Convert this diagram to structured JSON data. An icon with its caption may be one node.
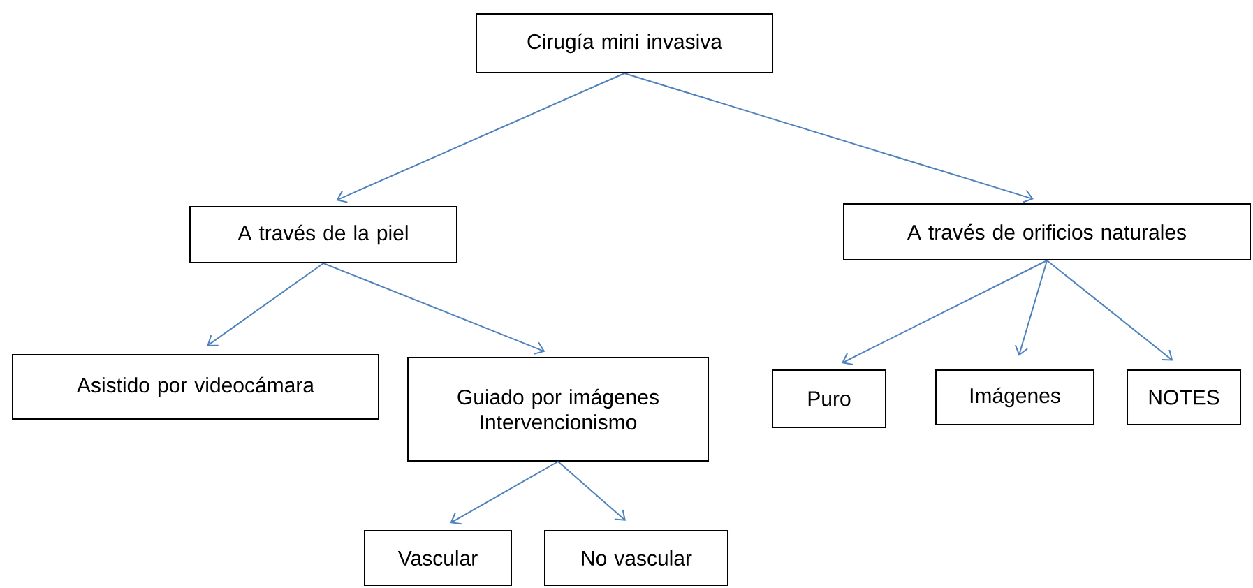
{
  "diagram": {
    "nodes": [
      {
        "text": [
          "Cirugía mini invasiva"
        ]
      },
      {
        "text": [
          "A través de la piel"
        ]
      },
      {
        "text": [
          "A través de orificios naturales"
        ]
      },
      {
        "text": [
          "Asistido por videocámara"
        ]
      },
      {
        "text": [
          "Guiado por imágenes Intervencionismo"
        ]
      },
      {
        "text": [
          "Vascular"
        ]
      },
      {
        "text": [
          "No vascular"
        ]
      },
      {
        "text": [
          "Puro"
        ]
      },
      {
        "text": [
          "Imágenes"
        ]
      },
      {
        "text": [
          "NOTES"
        ]
      }
    ],
    "edges": [
      {
        "from": 0,
        "to": 1,
        "arrow": "to"
      },
      {
        "from": 0,
        "to": 2,
        "arrow": "to"
      },
      {
        "from": 1,
        "to": 3,
        "arrow": "to"
      },
      {
        "from": 1,
        "to": 4,
        "arrow": "to"
      },
      {
        "from": 4,
        "to": 5,
        "arrow": "to"
      },
      {
        "from": 4,
        "to": 6,
        "arrow": "to"
      },
      {
        "from": 2,
        "to": 7,
        "arrow": "to"
      },
      {
        "from": 2,
        "to": 8,
        "arrow": "to"
      },
      {
        "from": 2,
        "to": 9,
        "arrow": "to"
      }
    ]
  }
}
